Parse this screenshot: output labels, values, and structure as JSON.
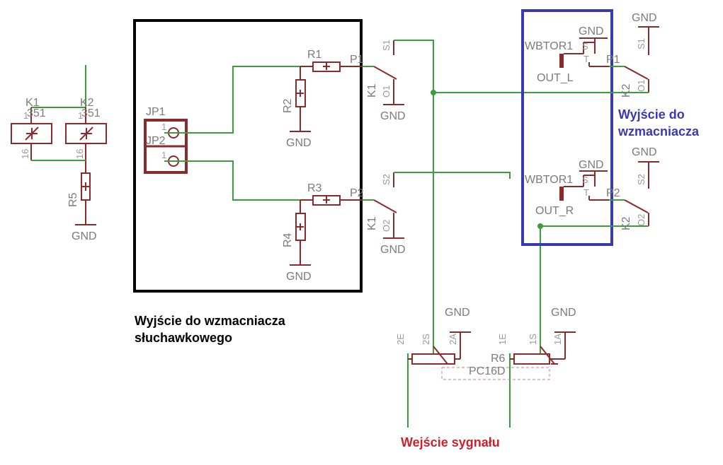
{
  "colors": {
    "wire": "#3a9e3a",
    "component": "#8b2a2a",
    "label": "#7b7b7b",
    "black_box": "#000000",
    "blue_box": "#3a3ab0",
    "red_text": "#d0202a"
  },
  "relays": {
    "k1_name": "K1",
    "k1_value": "351",
    "k2_name": "K2",
    "k2_value": "351",
    "pin1": "1",
    "pin16": "16"
  },
  "resistors": {
    "r1": "R1",
    "r2": "R2",
    "r3": "R3",
    "r4": "R4",
    "r5": "R5",
    "r6": "R6"
  },
  "connectors": {
    "jp1": "JP1",
    "jp2": "JP2",
    "pin": "1"
  },
  "switch_labels": {
    "s1": "S1",
    "s2": "S2",
    "o1": "O1",
    "o2": "O2",
    "p1": "P1",
    "p2": "P2",
    "k1": "K1",
    "k2": "K2",
    "s": "S",
    "t": "T"
  },
  "jacks": {
    "name": "WBTOR1",
    "out_l": "OUT_L",
    "out_r": "OUT_R"
  },
  "pot": {
    "name": "PC16D",
    "pin_2e": "2E",
    "pin_2s": "2S",
    "pin_2a": "2A",
    "pin_1e": "1E",
    "pin_1s": "1S",
    "pin_1a": "1A"
  },
  "gnd": "GND",
  "annotations": {
    "headphone_line1": "Wyjście do wzmacniacza",
    "headphone_line2": "słuchawkowego",
    "amp_line1": "Wyjście do",
    "amp_line2": "wzmacniacza",
    "input": "Wejście sygnału"
  }
}
